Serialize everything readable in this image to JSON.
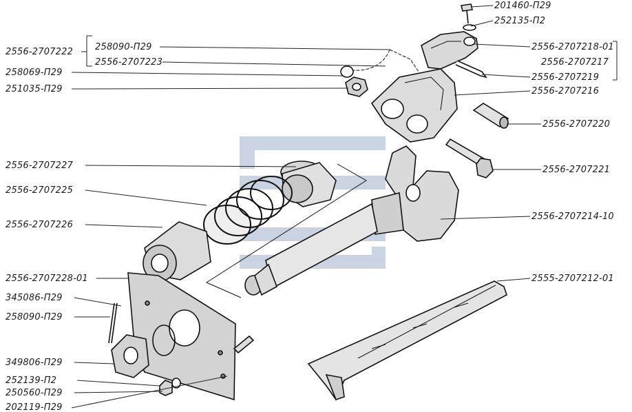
{
  "watermark": {
    "color": "#9fb0cc"
  },
  "labels_left": {
    "group_bracket": "2556-2707222",
    "l1": "258090-П29",
    "l2": "2556-2707223",
    "l3": "258069-П29",
    "l4": "251035-П29",
    "l5": "2556-2707227",
    "l6": "2556-2707225",
    "l7": "2556-2707226",
    "l8": "2556-2707228-01",
    "l9": "345086-П29",
    "l10": "258090-П29",
    "l11": "349806-П29",
    "l12": "252139-П2",
    "l13": "250560-П29",
    "l14": "202119-П29"
  },
  "labels_right": {
    "r1": "201460-П29",
    "r2": "252135-П2",
    "r3": "2556-2707218-01",
    "r4": "2556-2707217",
    "r5": "2556-2707219",
    "r6": "2556-2707216",
    "r7": "2556-2707220",
    "r8": "2556-2707221",
    "r9": "2556-2707214-10",
    "r10": "2555-2707212-01"
  }
}
